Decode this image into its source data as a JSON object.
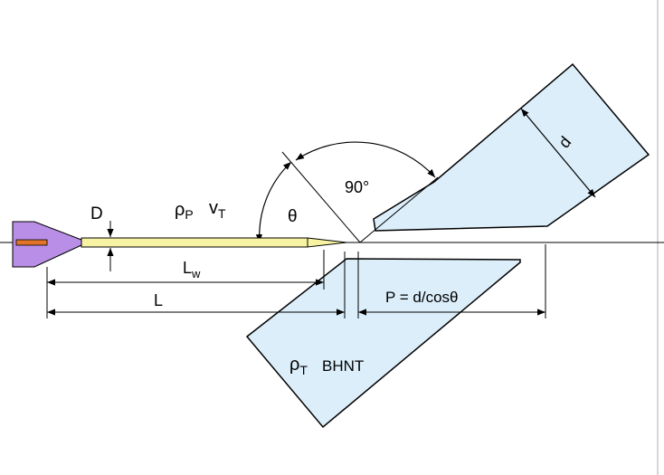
{
  "labels": {
    "D": "D",
    "rho_p": "ρ",
    "rho_p_sub": "P",
    "v_t": "v",
    "v_t_sub": "T",
    "theta": "θ",
    "ninety": "90°",
    "d": "d",
    "L_w": "L",
    "L_w_sub": "w",
    "L": "L",
    "P_formula": "P = d/cosθ",
    "rho_t": "ρ",
    "rho_t_sub": "T",
    "bhnt": "BHNT"
  },
  "colors": {
    "plate_fill": "#dbeefa",
    "rod_fill": "#f7f3a3",
    "fin_fill": "#b88ee6",
    "core_fill": "#e2742a",
    "line": "#000000",
    "frame_edge": "#c8c8c8"
  }
}
